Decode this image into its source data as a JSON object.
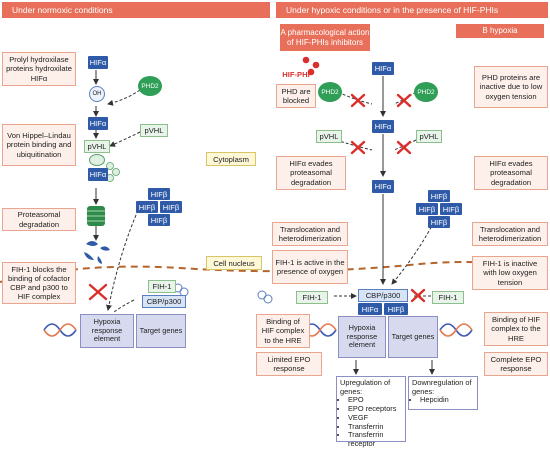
{
  "headers": {
    "left": "Under normoxic conditions",
    "right": "Under hypoxic conditions or in the presence of HIF-PHIs",
    "sub_a": "A pharmacological action of HIF-PHIs inhibitors",
    "sub_b": "B hypoxia"
  },
  "labels": {
    "hif_alpha": "HIFα",
    "hif_beta": "HIFβ",
    "phd2": "PHD2",
    "pvhl": "pVHL",
    "fih1": "FIH-1",
    "cbp": "CBP/p300",
    "hif_phi": "HIF-PHI",
    "cytoplasm": "Cytoplasm",
    "nucleus": "Cell nucleus",
    "hre": "Hypoxia response element",
    "target_genes": "Target genes",
    "oh": "OH"
  },
  "left_notes": {
    "prolyl": "Prolyl hydroxilase proteins hydroxilate HIFα",
    "vhl": "Von Hippel–Lindau protein binding and ubiquitination",
    "proteasomal": "Proteasomal degradation",
    "fih": "FIH-1 blocks the binding of cofactor CBP and p300 to HIF complex"
  },
  "right_notes": {
    "phd_blocked": "PHD are blocked",
    "phd_inactive": "PHD proteins are inactive due to low oxygen tension",
    "evades_a": "HIFα evades proteasomal degradation",
    "evades_b": "HIFα evades proteasomal degradation",
    "transloc_a": "Translocation and heterodimerization",
    "transloc_b": "Translocation and heterodimerization",
    "fih_active": "FIH-1 is active in the presence of oxygen",
    "fih_inactive": "FIH-1 is inactive with low oxygen tension",
    "binding_a": "Binding of HIF complex to the HRE",
    "binding_b": "Binding of HIF complex to the HRE",
    "limited_epo": "Limited EPO response",
    "complete_epo": "Complete EPO response"
  },
  "up": {
    "title": "Upregulation of genes:",
    "items": [
      "EPO",
      "EPO receptors",
      "VEGF",
      "Transferrin",
      "Transferrin receptor"
    ]
  },
  "down": {
    "title": "Downregulation of genes:",
    "items": [
      "Hepcidin"
    ]
  },
  "colors": {
    "header": "#e8705a",
    "hif": "#2e5aa8",
    "phd": "#2f9e57",
    "block": "#d9302c",
    "note_bg": "#fdf0ea",
    "membrane": "#b5652b"
  }
}
